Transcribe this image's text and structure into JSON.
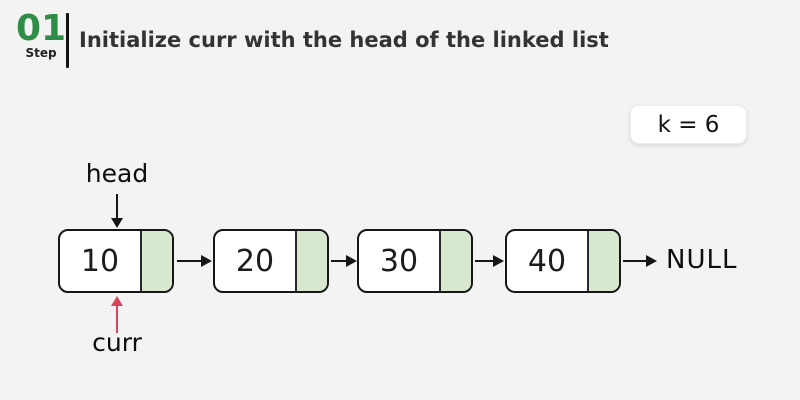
{
  "header": {
    "step_number": "01",
    "step_label": "Step",
    "title": "Initialize curr with the head of the linked list"
  },
  "badge": {
    "label": "k = 6"
  },
  "diagram": {
    "head_pointer_label": "head",
    "curr_pointer_label": "curr",
    "null_label": "NULL",
    "nodes": [
      {
        "value": "10"
      },
      {
        "value": "20"
      },
      {
        "value": "30"
      },
      {
        "value": "40"
      }
    ]
  },
  "colors": {
    "accent_green": "#2f8d46",
    "node_pointer_fill": "#d8e7cf",
    "curr_arrow_red": "#d8455b",
    "background": "#f2f3f2",
    "text_dark": "#1c1c1c"
  }
}
